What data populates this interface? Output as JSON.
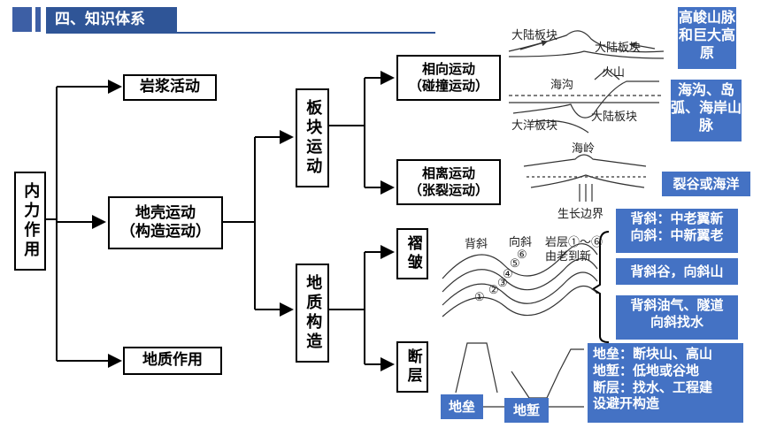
{
  "header": {
    "title": "四、知识体系"
  },
  "nodes": {
    "root": "内力作用",
    "magma": "岩浆活动",
    "crust_line1": "地壳运动",
    "crust_line2": "（构造运动）",
    "geo_action": "地质作用",
    "plate": "板块运动",
    "structure": "地质构造",
    "converge_line1": "相向运动",
    "converge_line2": "（碰撞运动）",
    "diverge_line1": "相离运动",
    "diverge_line2": "（张裂运动）",
    "fold": "褶皱",
    "fault": "断层"
  },
  "figure_labels": {
    "continental_plate_a": "大陆板块",
    "continental_plate_b": "大陆板块",
    "trench": "海沟",
    "volcano": "火山",
    "ocean_plate": "大洋板块",
    "continental_plate_c": "大陆板块",
    "ridge": "海岭",
    "growth_boundary": "生长边界",
    "anticline": "背斜",
    "syncline": "向斜",
    "strata": "岩层①～⑥",
    "old_to_new": "由老到新",
    "n1": "①",
    "n2": "②",
    "n3": "③",
    "n4": "④",
    "n5": "⑤",
    "n6": "⑥"
  },
  "results": {
    "mountains": "高峻山脉和巨大高原",
    "trench_arc": "海沟、岛弧、海岸山脉",
    "rift": "裂谷或海洋",
    "fold_line1": "背斜：中老翼新",
    "fold_line2": "向斜：中新翼老",
    "fold_valley": "背斜谷，向斜山",
    "fold_use_line1": "背斜油气、隧道",
    "fold_use_line2": "向斜找水",
    "fault_line1": "地垒：断块山、高山",
    "fault_line2": "地堑：低地或谷地",
    "fault_line3": "断层：找水、工程建",
    "fault_line4": "设避开构造",
    "horst": "地垒",
    "graben": "地堑"
  },
  "colors": {
    "accent": "#4472c4",
    "header": "#2f5597"
  }
}
